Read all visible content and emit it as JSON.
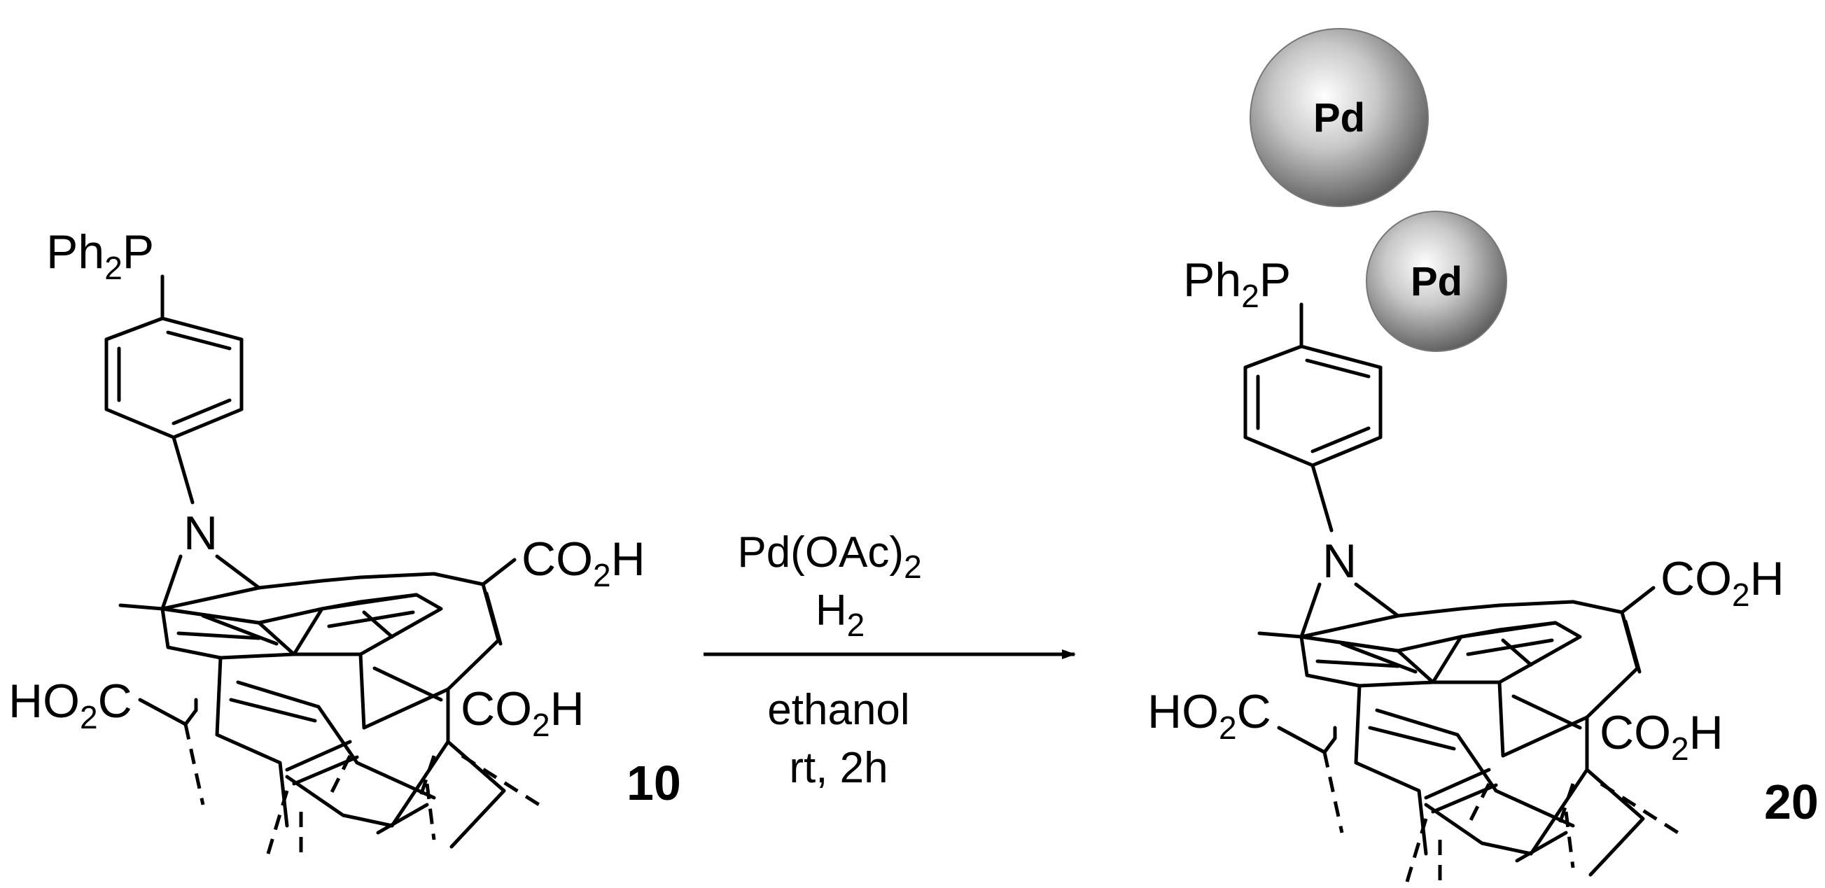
{
  "reactant": {
    "phosphine": [
      "Ph",
      "2",
      "P"
    ],
    "nitrogen": "N",
    "acid_top": [
      "CO",
      "2",
      "H"
    ],
    "acid_mid": [
      "CO",
      "2",
      "H"
    ],
    "acid_left": [
      "HO",
      "2",
      "C"
    ],
    "compound_number": "10"
  },
  "product": {
    "phosphine": [
      "Ph",
      "2",
      "P"
    ],
    "nitrogen": "N",
    "acid_top": [
      "CO",
      "2",
      "H"
    ],
    "acid_mid": [
      "CO",
      "2",
      "H"
    ],
    "acid_left": [
      "HO",
      "2",
      "C"
    ],
    "compound_number": "20",
    "nanoparticle_large": "Pd",
    "nanoparticle_small": "Pd"
  },
  "conditions": {
    "reagent_1": [
      "Pd(OAc)",
      "2"
    ],
    "reagent_2": [
      "H",
      "2"
    ],
    "solvent": "ethanol",
    "time_temp": "rt, 2h"
  },
  "colors": {
    "ink": "#000000",
    "sphere_light": "#ffffff",
    "sphere_dark": "#5a5a5a"
  }
}
